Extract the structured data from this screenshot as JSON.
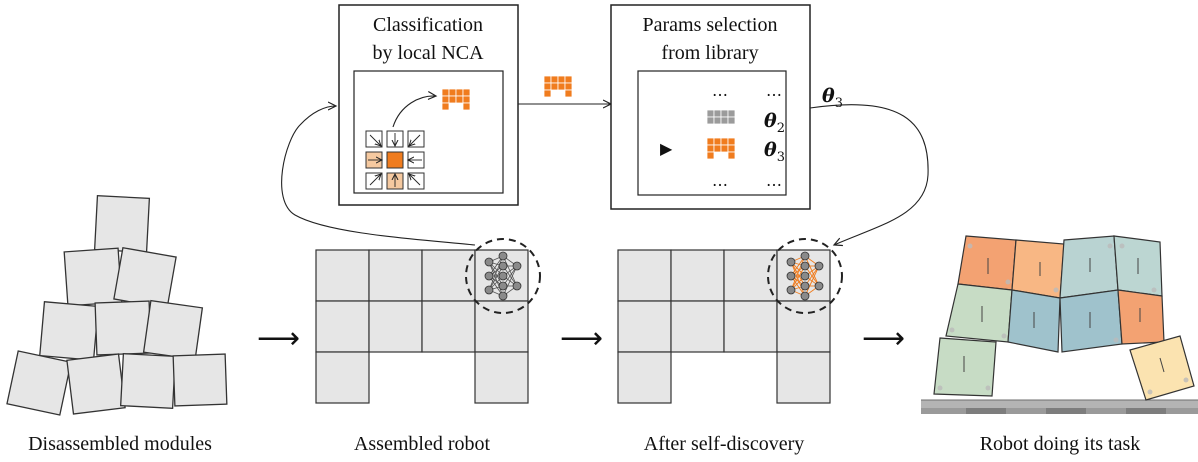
{
  "captions": {
    "disassembled": "Disassembled modules",
    "assembled": "Assembled robot",
    "after": "After self-discovery",
    "doing": "Robot doing its task"
  },
  "classification_box": {
    "title_line1": "Classification",
    "title_line2": "by local NCA"
  },
  "params_box": {
    "title_line1": "Params selection",
    "title_line2": "from library",
    "ellipsis": "…",
    "rows": [
      {
        "theta": "θ",
        "index": "2"
      },
      {
        "theta": "θ",
        "index": "3"
      }
    ],
    "selector_glyph": "▶"
  },
  "output_param": {
    "theta": "θ",
    "index": "3"
  },
  "step_arrow": "⟶",
  "colors": {
    "module_fill": "#e6e6e6",
    "module_stroke": "#333333",
    "orange": "#f07c1e",
    "light_orange": "#f5c9a0",
    "gray_cell": "#9b9b9b",
    "teal": "#9fc2cc",
    "green": "#c7dcc5",
    "salmon": "#f3a272",
    "yellow": "#fbe3b0"
  }
}
